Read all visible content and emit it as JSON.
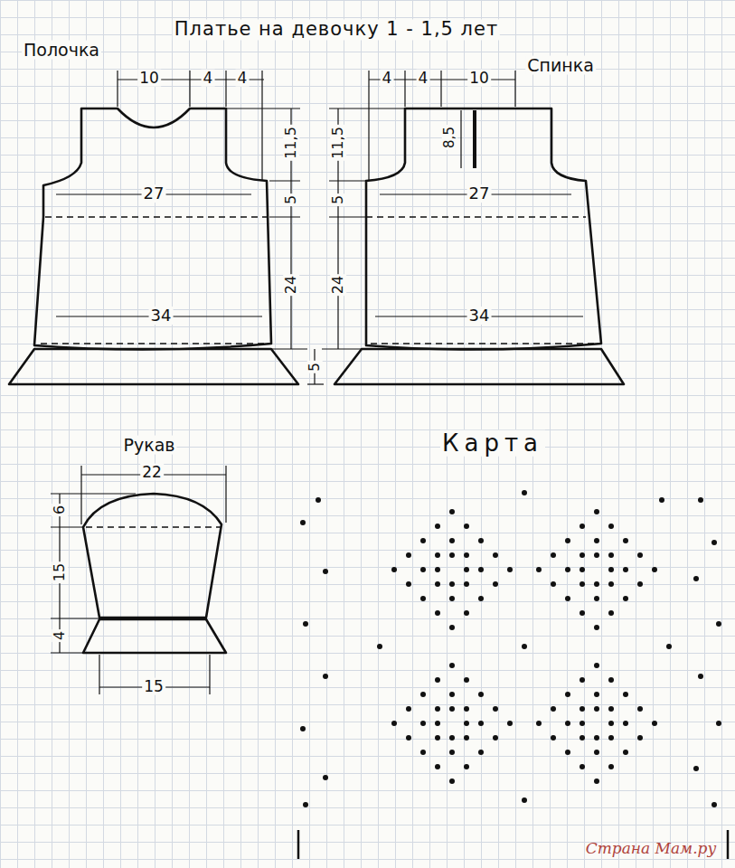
{
  "diagram": {
    "title": "Платье на девочку 1 - 1,5 лет",
    "labels": [
      "Полочка",
      "10",
      "4",
      "4",
      "Спинка",
      "4",
      "4",
      "10",
      "11,5",
      "11,5",
      "8,5",
      "27",
      "27",
      "5",
      "5",
      "24",
      "24",
      "34",
      "34",
      "5",
      "Рукав",
      "22",
      "6",
      "15",
      "4",
      "15",
      "Карта",
      "Страна Мам.ру"
    ]
  }
}
